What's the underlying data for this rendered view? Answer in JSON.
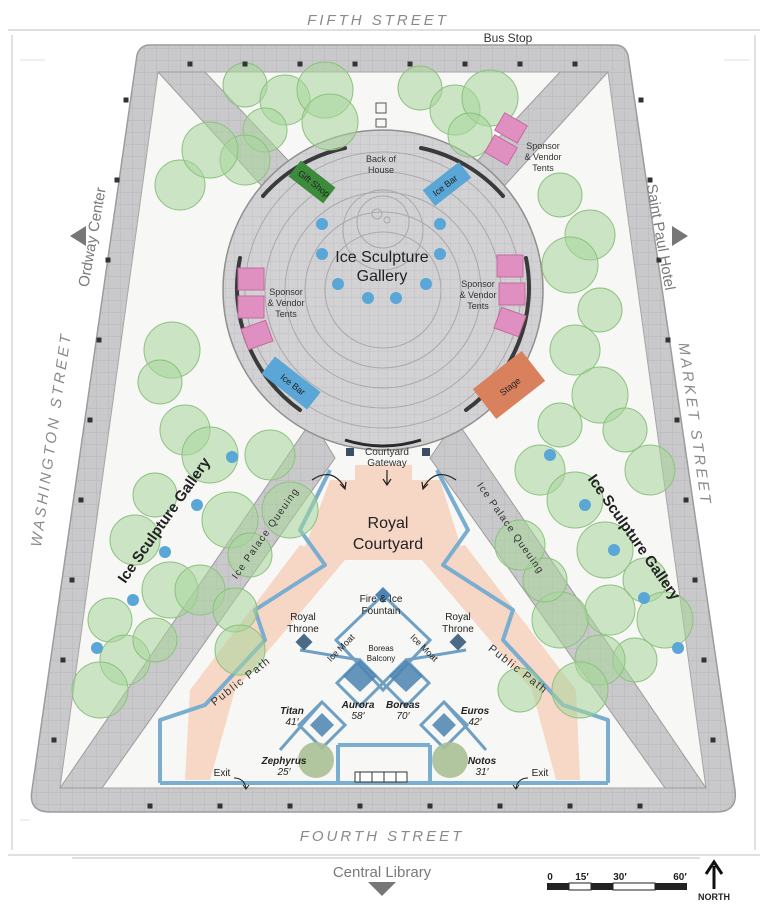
{
  "streets": {
    "north": "FIFTH STREET",
    "south": "FOURTH STREET",
    "west": "WASHINGTON STREET",
    "east": "MARKET STREET"
  },
  "landmarks": {
    "bus_stop": "Bus Stop",
    "ordway": "Ordway Center",
    "saint_paul_hotel": "Saint Paul Hotel",
    "central_library": "Central Library"
  },
  "features": {
    "gallery_line1": "Ice Sculpture",
    "gallery_line2": "Gallery",
    "back_of_house_1": "Back of",
    "back_of_house_2": "House",
    "gift_shop": "Gift Shop",
    "ice_bar": "Ice Bar",
    "stage": "Stage",
    "sponsor_1": "Sponsor",
    "sponsor_2": "& Vendor",
    "sponsor_3": "Tents",
    "gateway_1": "Courtyard",
    "gateway_2": "Gateway",
    "queuing": "Ice Palace Queuing",
    "side_gallery": "Ice Sculpture Gallery",
    "courtyard_1": "Royal",
    "courtyard_2": "Courtyard",
    "fountain_1": "Fire & Ice",
    "fountain_2": "Fountain",
    "throne_1": "Royal",
    "throne_2": "Throne",
    "ice_moat": "Ice Moat",
    "balcony_1": "Boreas",
    "balcony_2": "Balcony",
    "public_path": "Public Path",
    "exit": "Exit"
  },
  "towers": [
    {
      "name": "Titan",
      "height": "41′"
    },
    {
      "name": "Aurora",
      "height": "58′"
    },
    {
      "name": "Boreas",
      "height": "70′"
    },
    {
      "name": "Euros",
      "height": "42′"
    },
    {
      "name": "Zephyrus",
      "height": "25′"
    },
    {
      "name": "Notos",
      "height": "31′"
    }
  ],
  "scale": {
    "ticks": [
      "0",
      "15′",
      "30′",
      "60′"
    ],
    "north": "NORTH"
  },
  "colors": {
    "paving": "#c9c9cb",
    "tree": "#a8d59a",
    "path": "#f6d3c0",
    "blue": "#5aa6d6",
    "green": "#3c8b3a",
    "pink": "#e090c0",
    "stage": "#d9805c",
    "ice_line": "#7aaed0"
  }
}
